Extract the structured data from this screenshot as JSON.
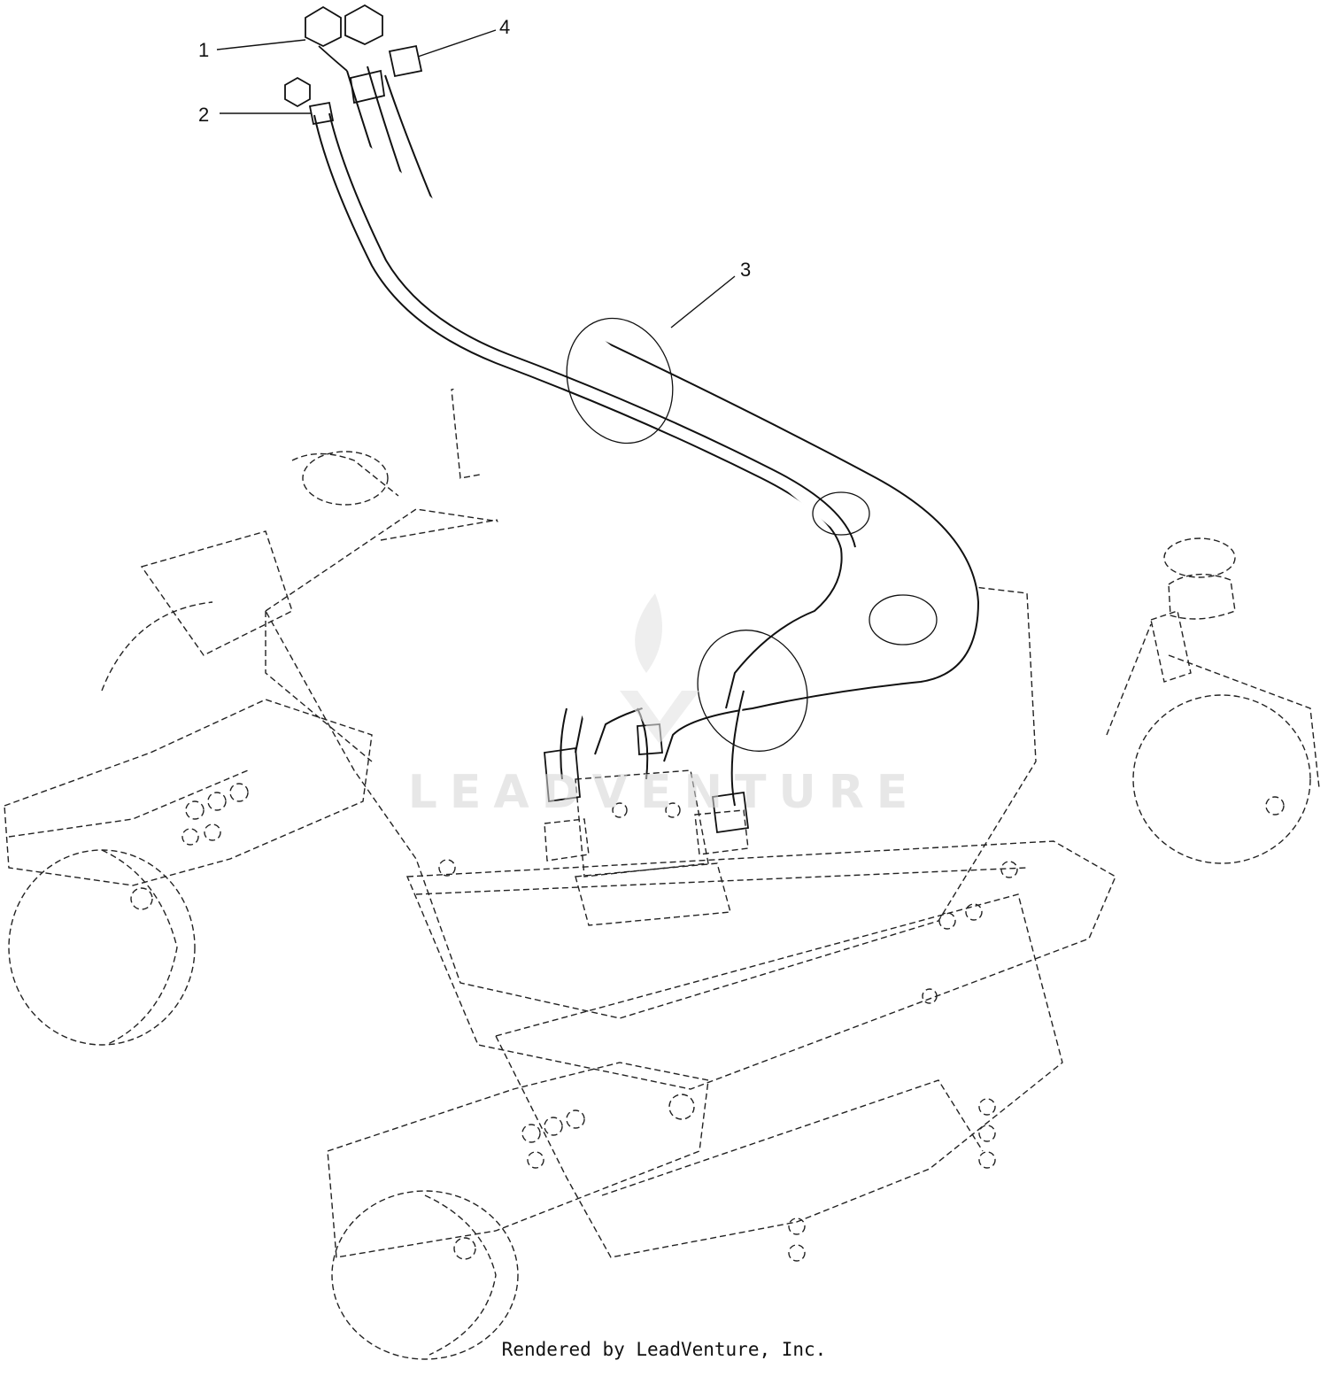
{
  "callouts": [
    {
      "label": "1"
    },
    {
      "label": "2"
    },
    {
      "label": "3"
    },
    {
      "label": "4"
    }
  ],
  "watermark": {
    "text": "LEADVENTURE"
  },
  "footer": {
    "credit": "Rendered by LeadVenture, Inc."
  }
}
